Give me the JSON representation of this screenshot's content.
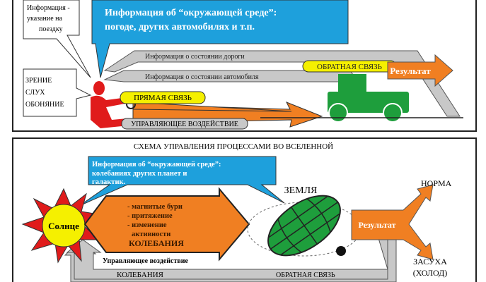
{
  "top": {
    "info_trip": [
      "Информация -",
      "указание на",
      "поездку"
    ],
    "env_info": [
      "Информация об “окружающей среде”:",
      "погоде, других автомобилях и т.п."
    ],
    "road_info": "Информация о состоянии дороги",
    "car_info": "Информация о состоянии автомобиля",
    "feedback": "ОБРАТНАЯ СВЯЗЬ",
    "result": "Результат",
    "senses": [
      "ЗРЕНИЕ",
      "СЛУХ",
      "ОБОНЯНИЕ"
    ],
    "direct_link": "ПРЯМАЯ СВЯЗЬ",
    "control": "УПРАВЛЯЮЩЕЕ ВОЗДЕЙСТВИЕ"
  },
  "bottom": {
    "title": "СХЕМА УПРАВЛЕНИЯ ПРОЦЕССАМИ ВО ВСЕЛЕННОЙ",
    "env_info": [
      "Информация об “окружающей среде”:",
      "колебаниях других планет и",
      "галактик."
    ],
    "sun": "Солнце",
    "effects": [
      "- магнитые бури",
      "- притяжение",
      "- изменение",
      "активности"
    ],
    "oscillations_bold": "КОЛЕБАНИЯ",
    "control": "Управляющее воздействие",
    "earth": "ЗЕМЛЯ",
    "result": "Результат",
    "norm": "НОРМА",
    "drought": [
      "ЗАСУХА",
      "(ХОЛОД)"
    ],
    "oscillations": "КОЛЕБАНИЯ",
    "feedback": "ОБРАТНАЯ СВЯЗЬ"
  },
  "colors": {
    "blue": "#1ea0dc",
    "orange": "#f07f22",
    "green": "#1e9e3c",
    "red": "#e01b1b",
    "yellow": "#f5f000",
    "gray": "#c8c8c8"
  }
}
